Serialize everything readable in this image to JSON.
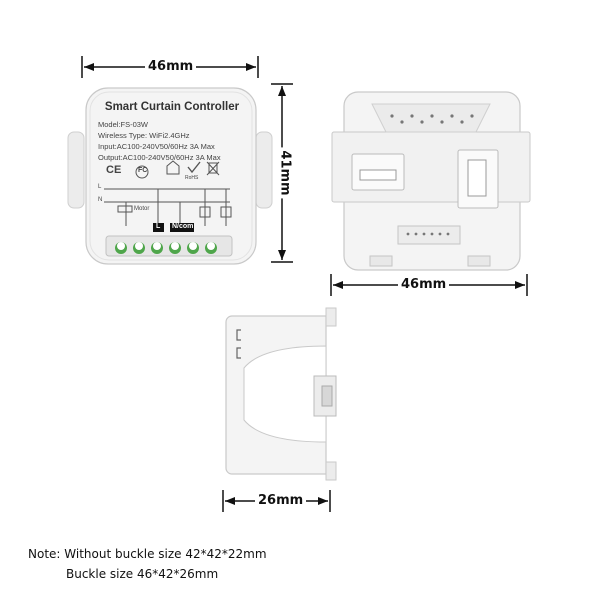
{
  "device": {
    "title": "Smart Curtain Controller",
    "model": "Model:FS-03W",
    "wireless": "Wireless Type: WiFi2.4GHz",
    "input": "Input:AC100-240V50/60Hz 3A Max",
    "output": "Output:AC100-240V50/60Hz 3A Max",
    "cert_ce": "CE",
    "cert_fc": "FC",
    "cert_rohs": "RoHS",
    "line_l": "L",
    "line_n": "N",
    "motor": "Motor",
    "term_l": "L",
    "term_n": "N/com"
  },
  "dimensions": {
    "front_width": "46mm",
    "front_height": "41mm",
    "back_width": "46mm",
    "side_depth": "26mm"
  },
  "note": {
    "line1": "Note: Without buckle size 42*42*22mm",
    "line2": "Buckle size 46*42*26mm"
  },
  "colors": {
    "body": "#f3f3f3",
    "outline": "#c9c9c9",
    "terminal": "#4fa64b",
    "ink": "#111111"
  }
}
